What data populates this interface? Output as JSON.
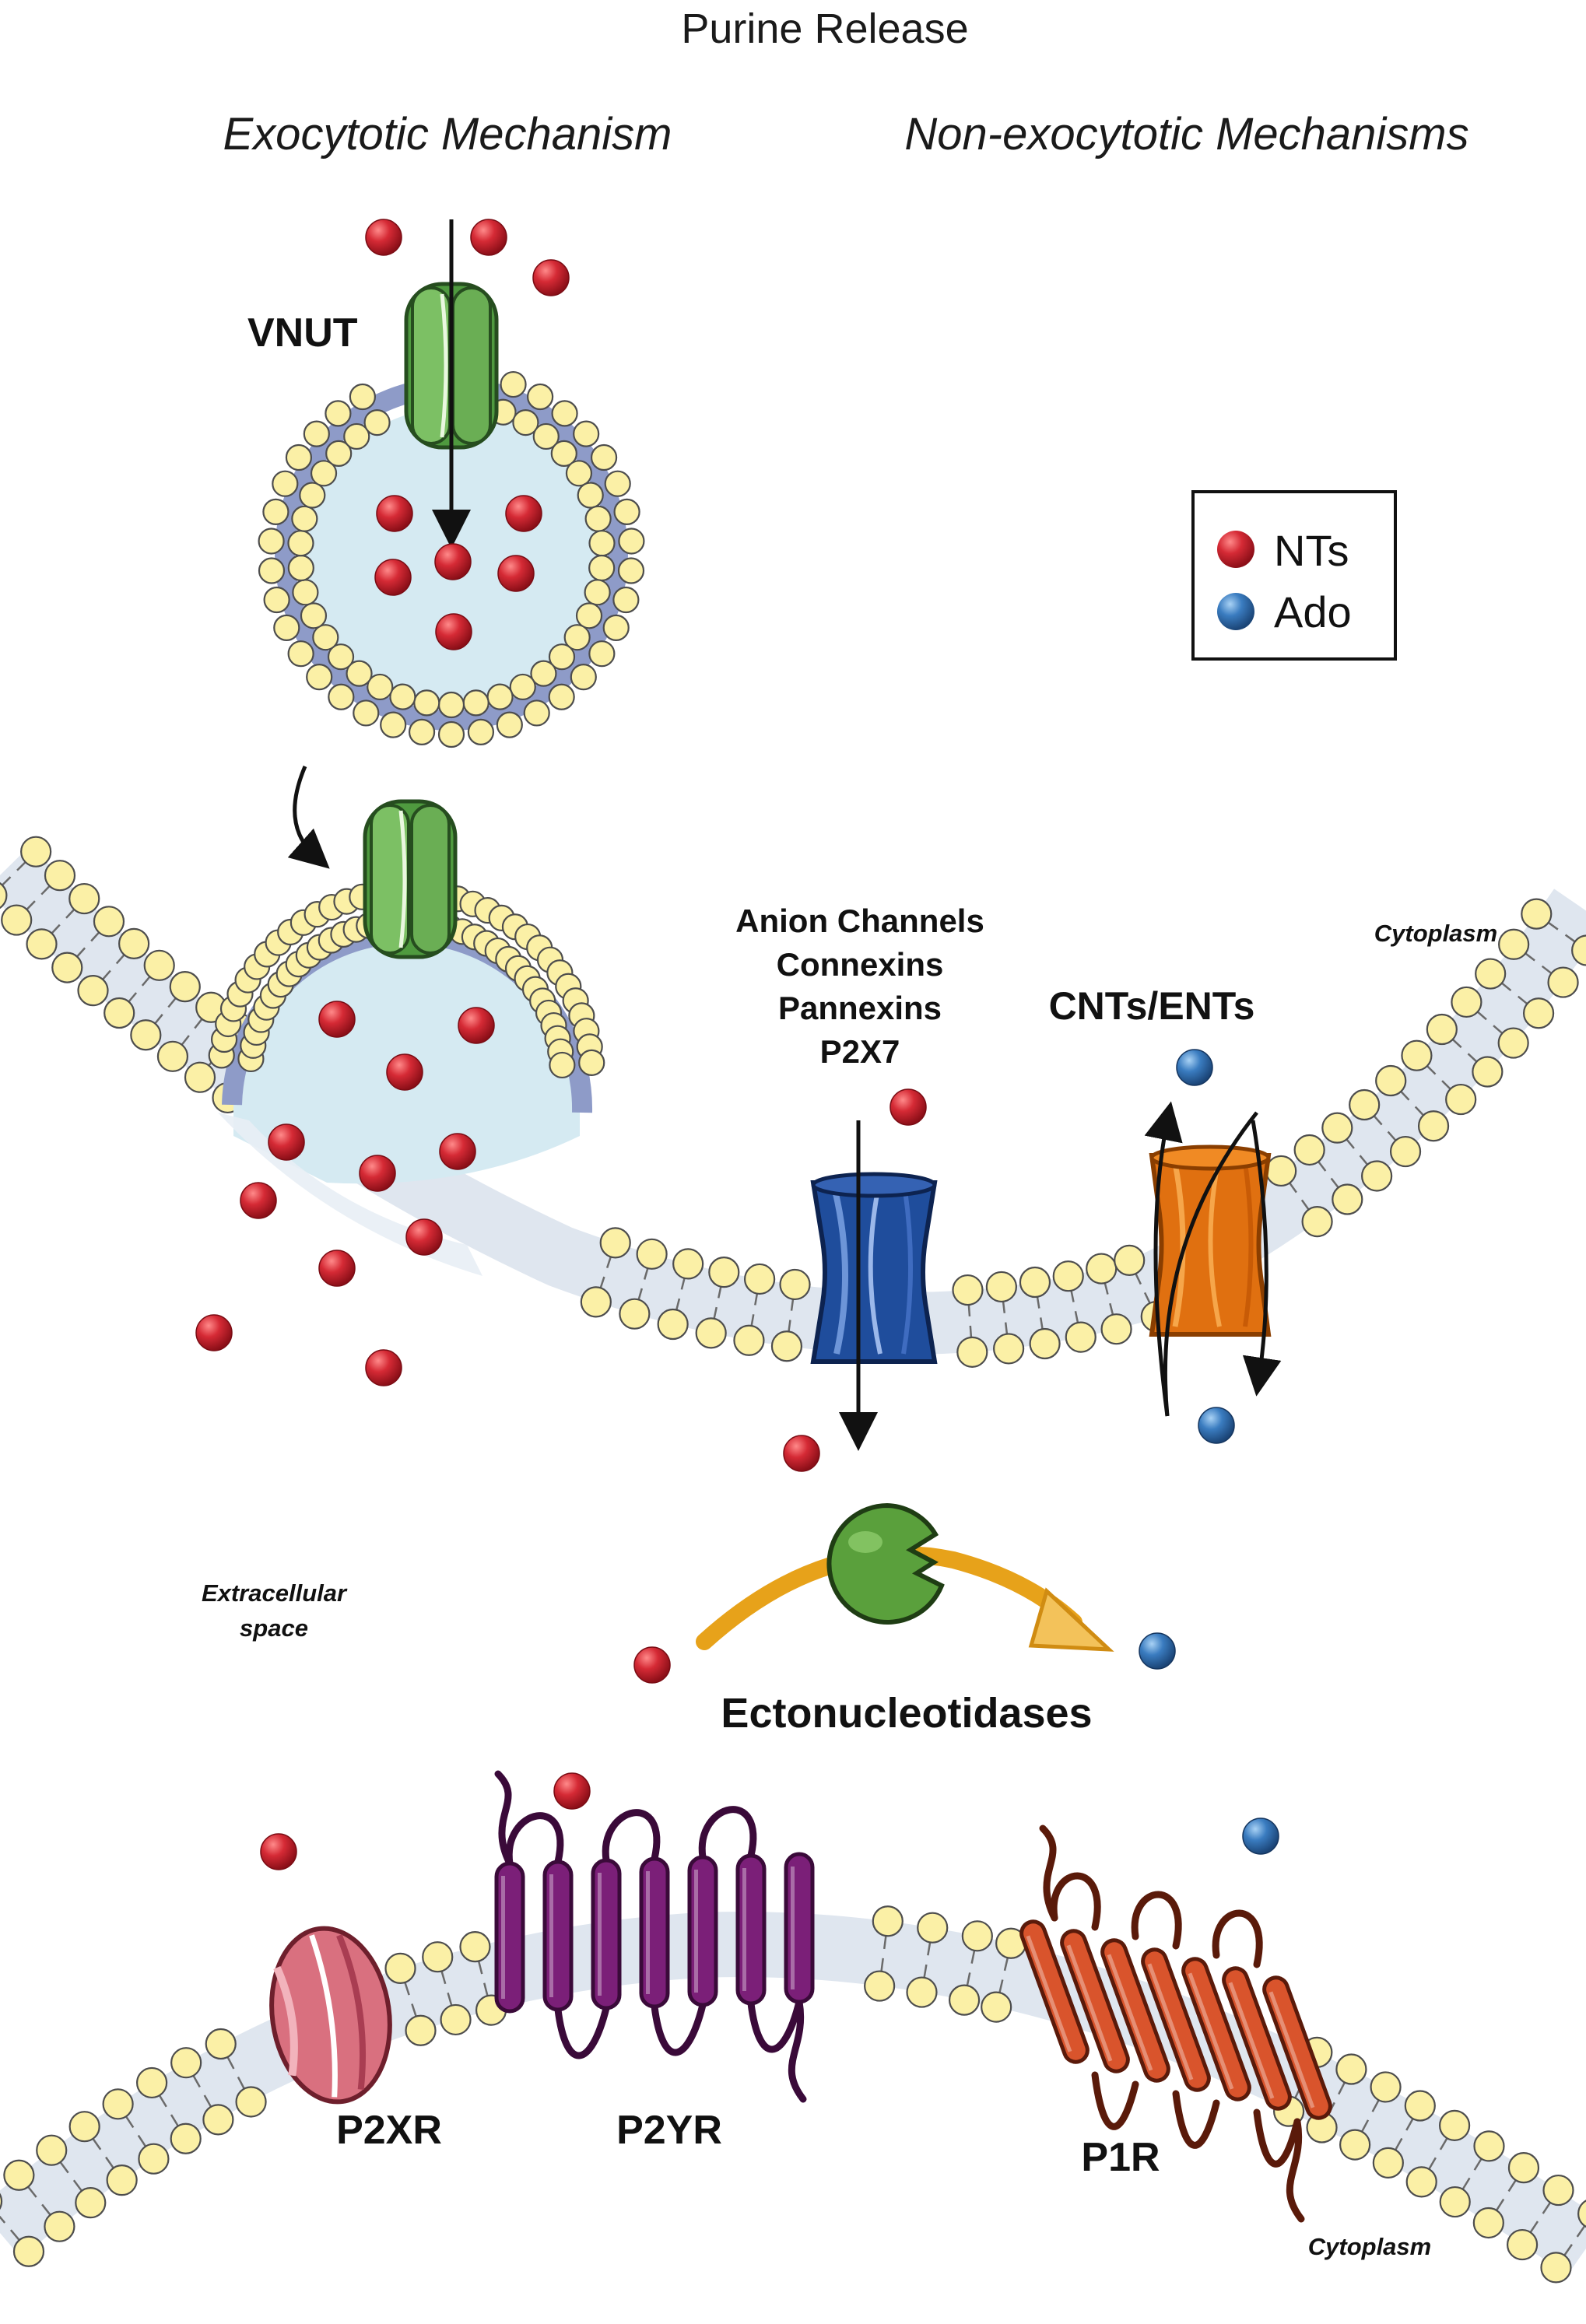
{
  "title": "Purine Release",
  "subtitles": {
    "exocytotic": "Exocytotic Mechanism",
    "non_exocytotic": "Non-exocytotic Mechanisms"
  },
  "labels": {
    "vnut": "VNUT",
    "channels": [
      "Anion Channels",
      "Connexins",
      "Pannexins",
      "P2X7"
    ],
    "transporters": "CNTs/ENTs",
    "enzymes": "Ectonucleotidases",
    "p2xr": "P2XR",
    "p2yr": "P2YR",
    "p1r": "P1R"
  },
  "regions": {
    "cytoplasm_top": "Cytoplasm",
    "extracellular": [
      "Extracellular",
      "space"
    ],
    "cytoplasm_bottom": "Cytoplasm"
  },
  "legend": {
    "items": [
      {
        "label": "NTs",
        "color": "#c8202e"
      },
      {
        "label": "Ado",
        "color": "#2f6fb0"
      }
    ]
  },
  "colors": {
    "nt": "#c8202e",
    "ado": "#2f6fb0",
    "vnut": "#4f9a3f",
    "channel": "#1f4d9c",
    "transporter": "#e07010",
    "enzyme": "#5aa03c",
    "arrow_enzyme": "#e7a21a",
    "p2xr": "#d9707f",
    "p2yr": "#7b1f78",
    "p1r": "#d9542c",
    "lipid_head": "#fbf0a6",
    "membrane_core": "#dfe6ef",
    "vesicle_lumen": "#d5eaf2",
    "vesicle_core": "#8e9bc8"
  }
}
